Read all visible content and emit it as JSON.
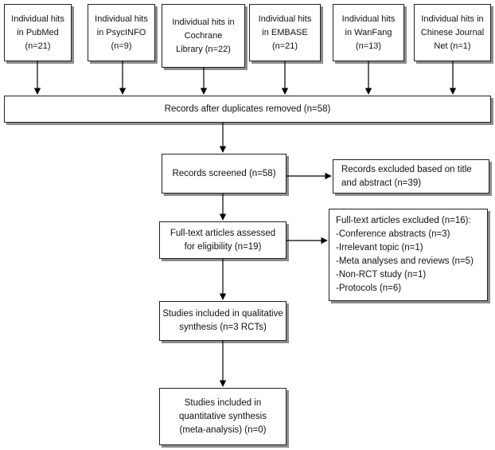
{
  "sources": [
    {
      "label": "Individual hits\nin PubMed\n(n=21)"
    },
    {
      "label": "Individual hits\nin PsycINFO\n(n=9)"
    },
    {
      "label": "Individual hits in\nCochrane\nLibrary (n=22)"
    },
    {
      "label": "Individual hits\nin EMBASE\n(n=21)"
    },
    {
      "label": "Individual hits\nin WanFang\n(n=13)"
    },
    {
      "label": "Individual hits in\nChinese Journal\nNet (n=1)"
    }
  ],
  "duplicates": {
    "label": "Records after duplicates removed (n=58)"
  },
  "screened": {
    "label": "Records screened (n=58)"
  },
  "excluded_title": {
    "label": "Records excluded based on title\nand abstract (n=39)"
  },
  "fulltext": {
    "label": "Full-text articles assessed\nfor eligibility (n=19)"
  },
  "fulltext_excluded": {
    "title": "Full-text articles excluded (n=16):",
    "items": [
      "-Conference abstracts (n=3)",
      "-Irrelevant topic (n=1)",
      "-Meta analyses and reviews (n=5)",
      "-Non-RCT study (n=1)",
      "-Protocols (n=6)"
    ]
  },
  "qualitative": {
    "label": "Studies included in qualitative\nsynthesis (n=3 RCTs)"
  },
  "quantitative": {
    "label": "Studies included in\nquantitative synthesis\n(meta-analysis) (n=0)"
  }
}
